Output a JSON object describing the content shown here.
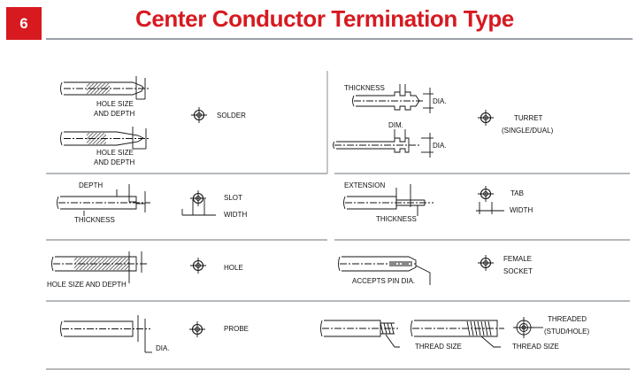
{
  "header": {
    "section_number": "6",
    "title": "Center Conductor Termination Type"
  },
  "cells": {
    "solder": {
      "callouts": [
        "HOLE SIZE",
        "AND DEPTH",
        "HOLE SIZE",
        "AND DEPTH"
      ],
      "name": "SOLDER"
    },
    "turret": {
      "callouts": [
        "THICKNESS",
        "DIA.",
        "DIM.",
        "DIA."
      ],
      "name_line1": "TURRET",
      "name_line2": "(SINGLE/DUAL)"
    },
    "slot": {
      "callouts": [
        "DEPTH",
        "THICKNESS"
      ],
      "name": "SLOT",
      "symbol_label": "WIDTH"
    },
    "tab": {
      "callouts": [
        "EXTENSION",
        "THICKNESS"
      ],
      "name": "TAB",
      "symbol_label": "WIDTH"
    },
    "hole": {
      "callouts": [
        "HOLE SIZE AND DEPTH"
      ],
      "name": "HOLE"
    },
    "female_socket": {
      "callouts": [
        "ACCEPTS PIN DIA."
      ],
      "name_line1": "FEMALE",
      "name_line2": "SOCKET"
    },
    "probe": {
      "callouts": [
        "DIA."
      ],
      "name": "PROBE"
    },
    "threaded": {
      "callouts": [
        "THREAD SIZE",
        "THREAD SIZE"
      ],
      "name_line1": "THREADED",
      "name_line2": "(STUD/HOLE)"
    }
  },
  "colors": {
    "accent": "#d71920",
    "rule": "#9aa0a6",
    "ink": "#111111"
  },
  "icons": [
    "crosshair-symbol-icon"
  ]
}
